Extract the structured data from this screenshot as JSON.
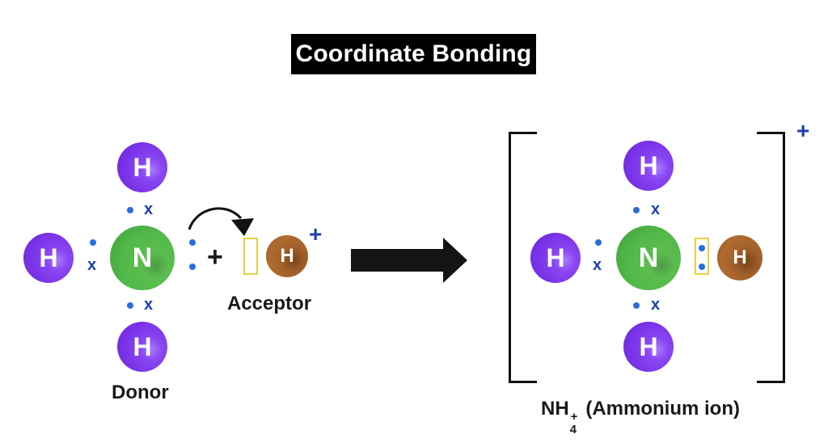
{
  "title": "Coordinate Bonding",
  "donor": {
    "label": "Donor",
    "central_atom": "N",
    "hydrogens": [
      "H",
      "H",
      "H"
    ],
    "bond_symbol": "x",
    "colors": {
      "nitrogen": "#52b84a",
      "hydrogen": "#7a33e8",
      "electron_dot": "#2b6de0",
      "electron_cross": "#1c3fb0"
    }
  },
  "plus_sign": "+",
  "acceptor": {
    "label": "Acceptor",
    "atom": "H",
    "charge": "+",
    "color": "#a2602a",
    "empty_orbital_color": "#e8d040"
  },
  "reaction_arrow": "right-arrow-icon",
  "product": {
    "central_atom": "N",
    "hydrogens": [
      "H",
      "H",
      "H"
    ],
    "added_hydrogen": "H",
    "bond_symbol": "x",
    "charge": "+",
    "formula_main": "NH",
    "formula_subscript": "4",
    "formula_superscript": "+",
    "formula_name": " (Ammonium ion)"
  }
}
